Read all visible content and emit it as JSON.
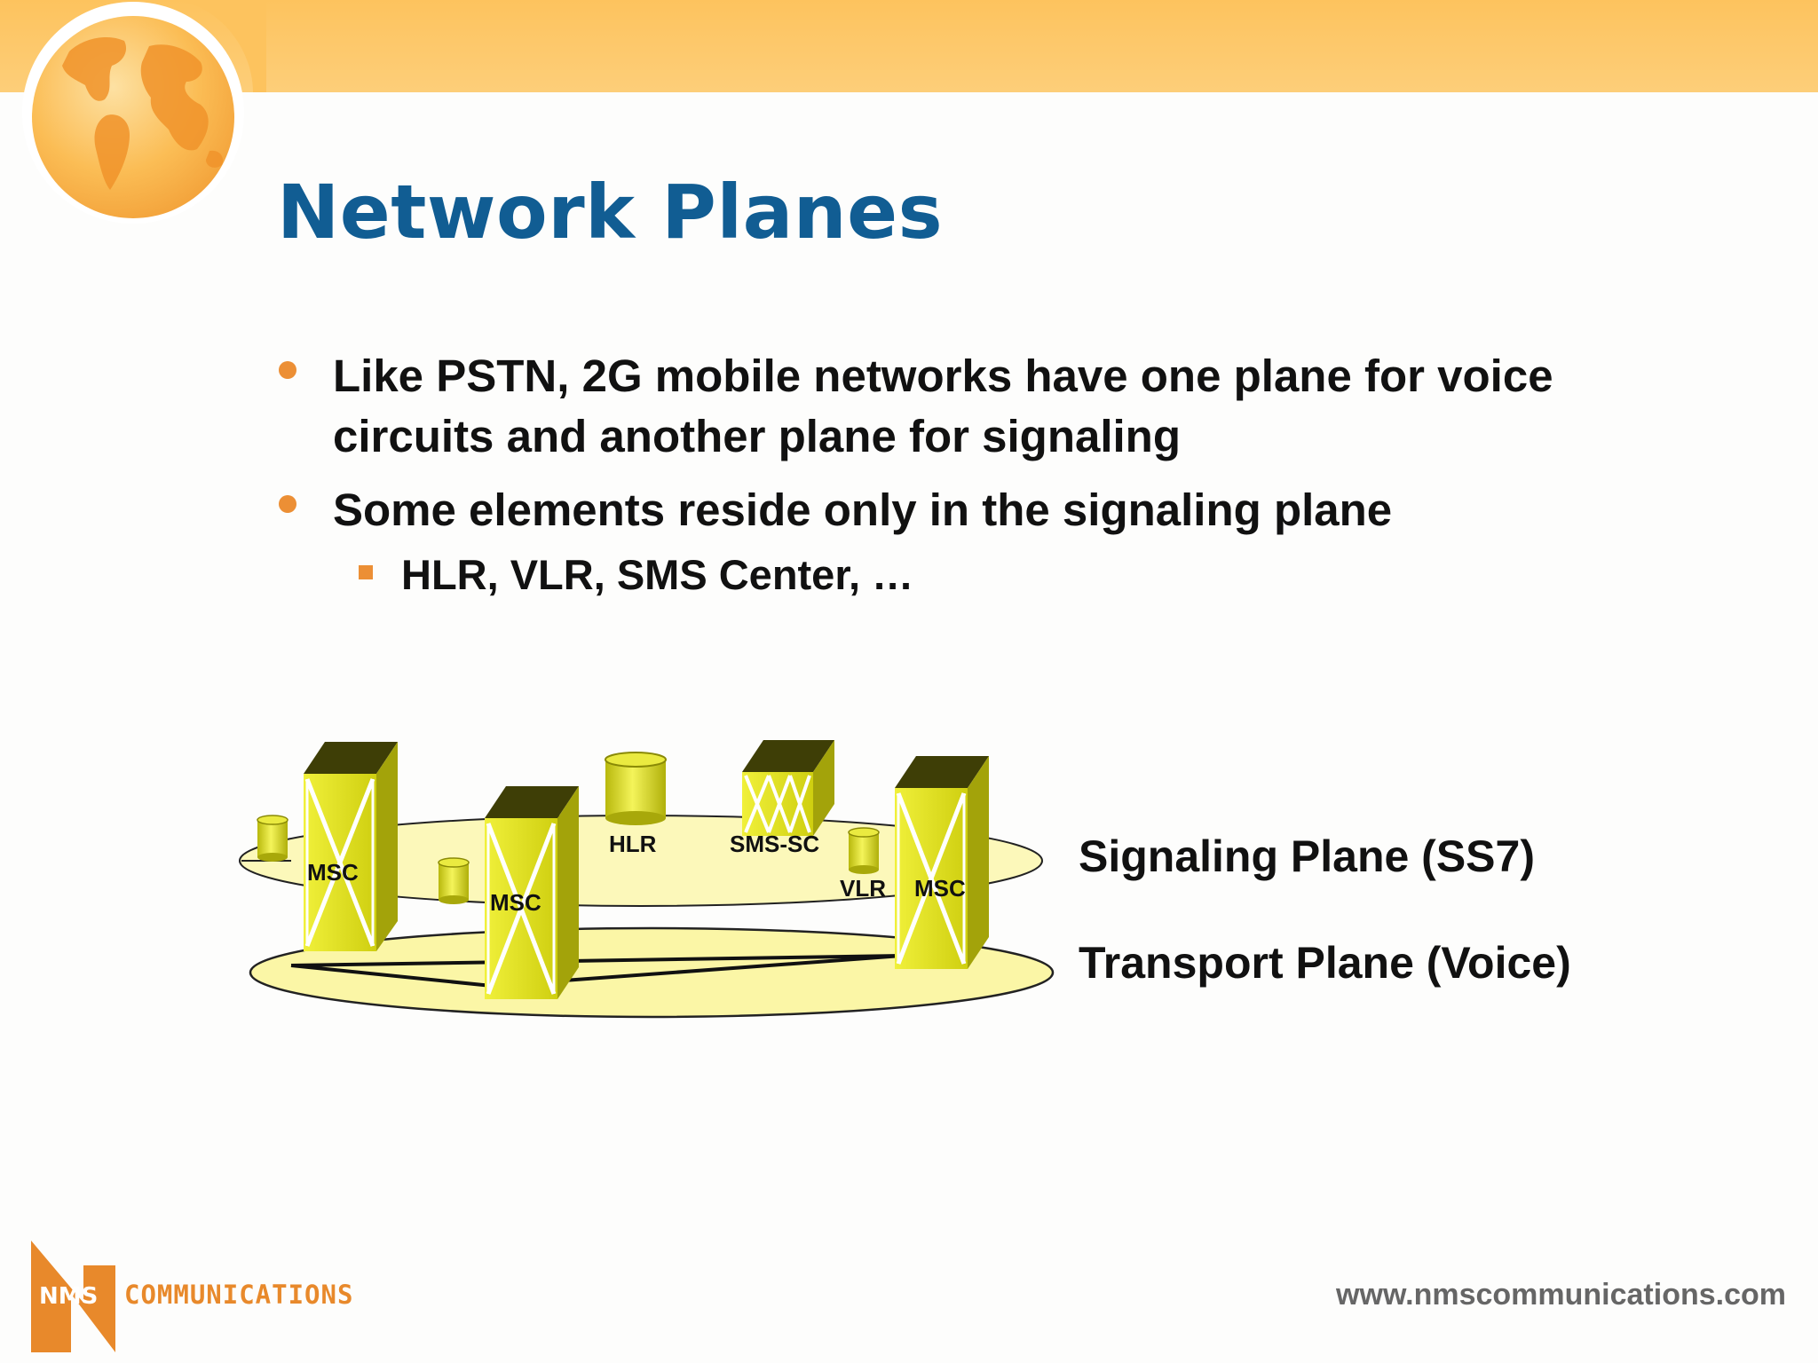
{
  "slide": {
    "title": "Network Planes",
    "bullets": [
      "Like PSTN, 2G mobile networks have one plane for voice circuits and another plane for signaling",
      "Some elements reside only in the signaling plane"
    ],
    "sub_bullets": [
      "HLR, VLR, SMS Center, …"
    ]
  },
  "diagram": {
    "node_labels": {
      "msc_left": "MSC",
      "msc_center": "MSC",
      "hlr": "HLR",
      "sms_sc": "SMS-SC",
      "vlr": "VLR",
      "msc_right": "MSC"
    },
    "planes": {
      "signaling": "Signaling Plane (SS7)",
      "transport": "Transport Plane (Voice)"
    }
  },
  "footer": {
    "logo_nms": "NMS",
    "logo_communications": "COMMUNICATIONS",
    "url": "www.nmscommunications.com"
  },
  "colors": {
    "title": "#115d93",
    "accent": "#ec8f35",
    "top_band": "#fdc35e",
    "plane_fill": "#fbf6a6",
    "node_face": "#dfdf14",
    "node_top": "#4a4a08"
  },
  "icons": [
    "globe-icon",
    "nms-logo-icon"
  ]
}
